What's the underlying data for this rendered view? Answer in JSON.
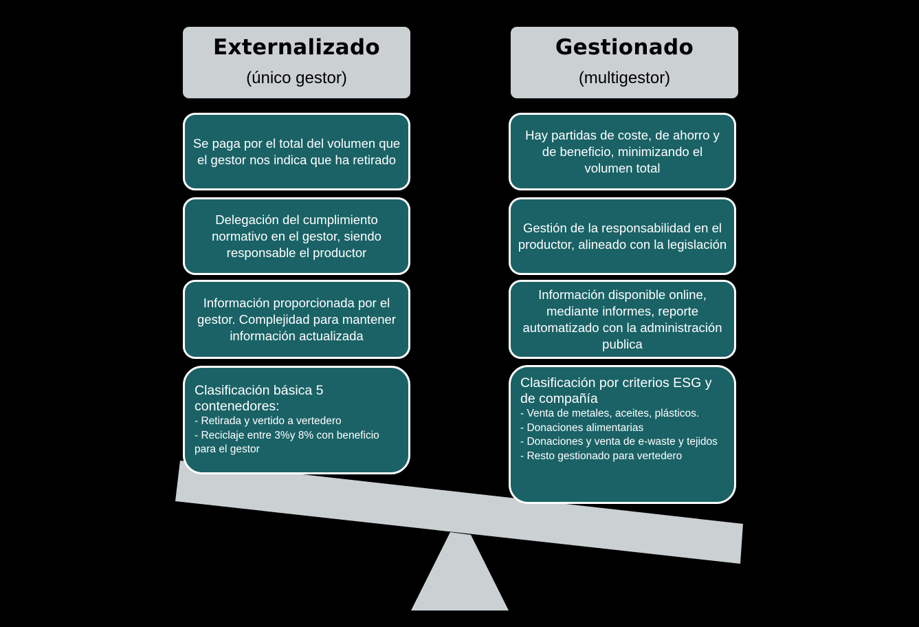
{
  "columns": [
    {
      "title": "Externalizado",
      "subtitle": "(único gestor)",
      "cards": [
        {
          "text": "Se paga por el total del volumen que el gestor nos indica  que ha retirado"
        },
        {
          "text": "Delegación del cumplimiento normativo en el gestor, siendo responsable el productor"
        },
        {
          "text": "Información proporcionada por el gestor. Complejidad para mantener información actualizada"
        }
      ],
      "list_card": {
        "lead": "Clasificación básica 5 contenedores:",
        "items": [
          "- Retirada y vertido a vertedero",
          "- Reciclaje entre 3%y 8% con beneficio para el gestor"
        ]
      }
    },
    {
      "title": "Gestionado",
      "subtitle": "(multigestor)",
      "cards": [
        {
          "text": "Hay partidas de coste, de ahorro y de beneficio, minimizando el volumen total"
        },
        {
          "text": "Gestión de la responsabilidad en el productor, alineado con la legislación"
        },
        {
          "text": "Información disponible online, mediante informes, reporte automatizado con la administración publica"
        }
      ],
      "list_card": {
        "lead": "Clasificación por criterios ESG y de compañía",
        "items": [
          "- Venta de metales, aceites, plásticos.",
          "- Donaciones alimentarias",
          "- Donaciones y venta de e-waste y tejidos",
          "- Resto gestionado para vertedero"
        ]
      }
    }
  ],
  "colors": {
    "background": "#000000",
    "header_fill": "#cbd0d3",
    "card_fill": "#1a6266",
    "card_border": "#ffffff",
    "scale_fill": "#cbd0d3"
  }
}
